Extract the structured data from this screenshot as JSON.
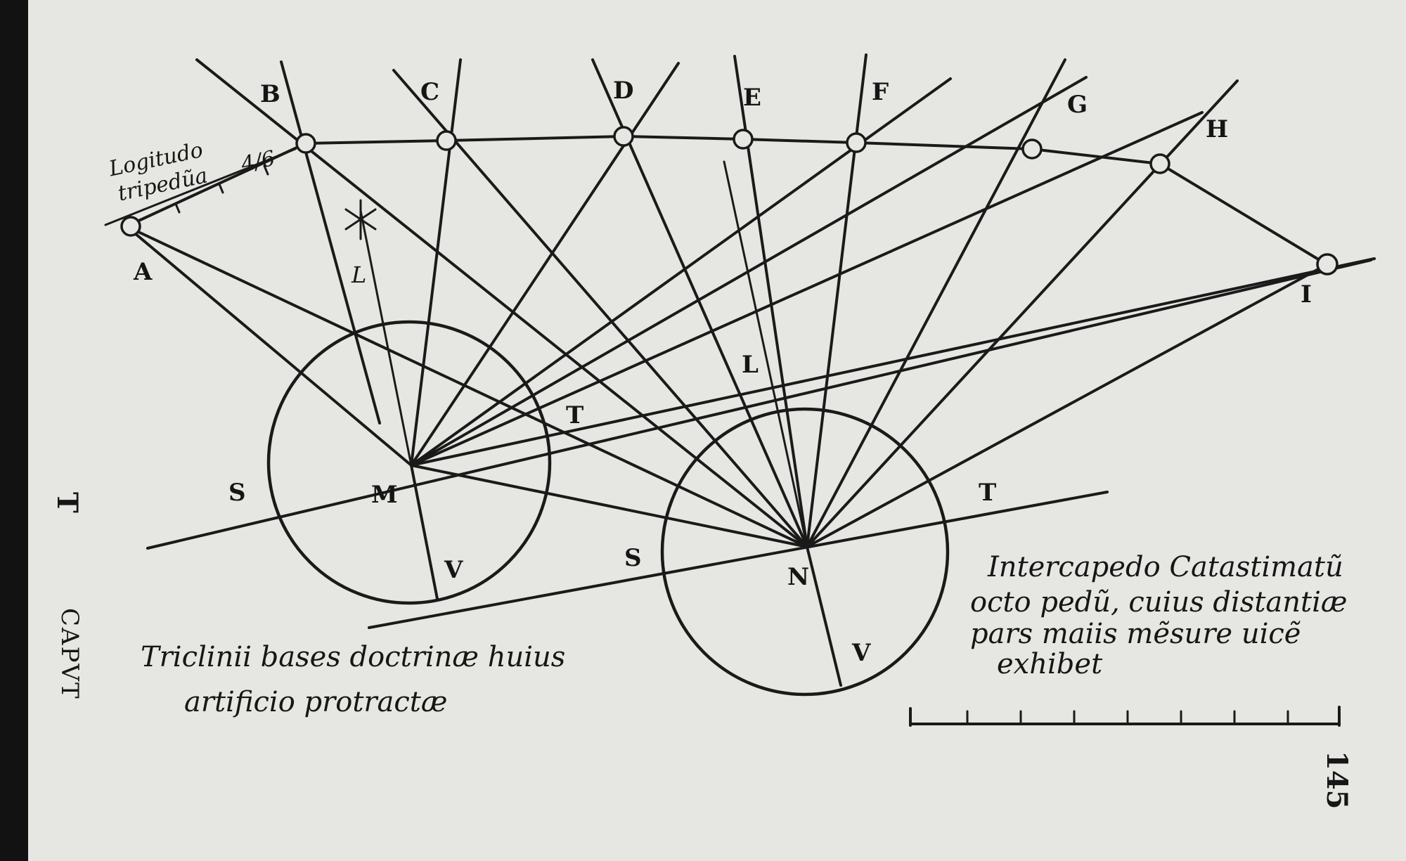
{
  "points": {
    "a": "A",
    "b": "B",
    "c": "C",
    "d": "D",
    "e": "E",
    "f": "F",
    "g": "G",
    "h": "H",
    "i": "I"
  },
  "circle_left_labels": {
    "s": "S",
    "m": "M",
    "v": "V",
    "t": "T",
    "l": "L"
  },
  "circle_right_labels": {
    "s": "S",
    "n": "N",
    "v": "V",
    "t": "T",
    "l": "L"
  },
  "length_label": {
    "line1": "Logitudo",
    "line2": "tripedũa",
    "fraction": "4/6"
  },
  "caption_left": {
    "line1": "Triclinii bases doctrinæ huius",
    "line2": "artificio protractæ"
  },
  "caption_right": {
    "line1": "Intercapedo Catastimatũ",
    "line2": "octo pedũ, cuius distantiæ",
    "line3": "pars maiis mẽsure uicẽ",
    "line4": "exhibet"
  },
  "margin_letter": "T",
  "running_head": "CAPVT",
  "page_number": "145",
  "colors": {
    "paper": "#e6e6e2",
    "ink": "#1a1a1a",
    "border": "#121212"
  }
}
